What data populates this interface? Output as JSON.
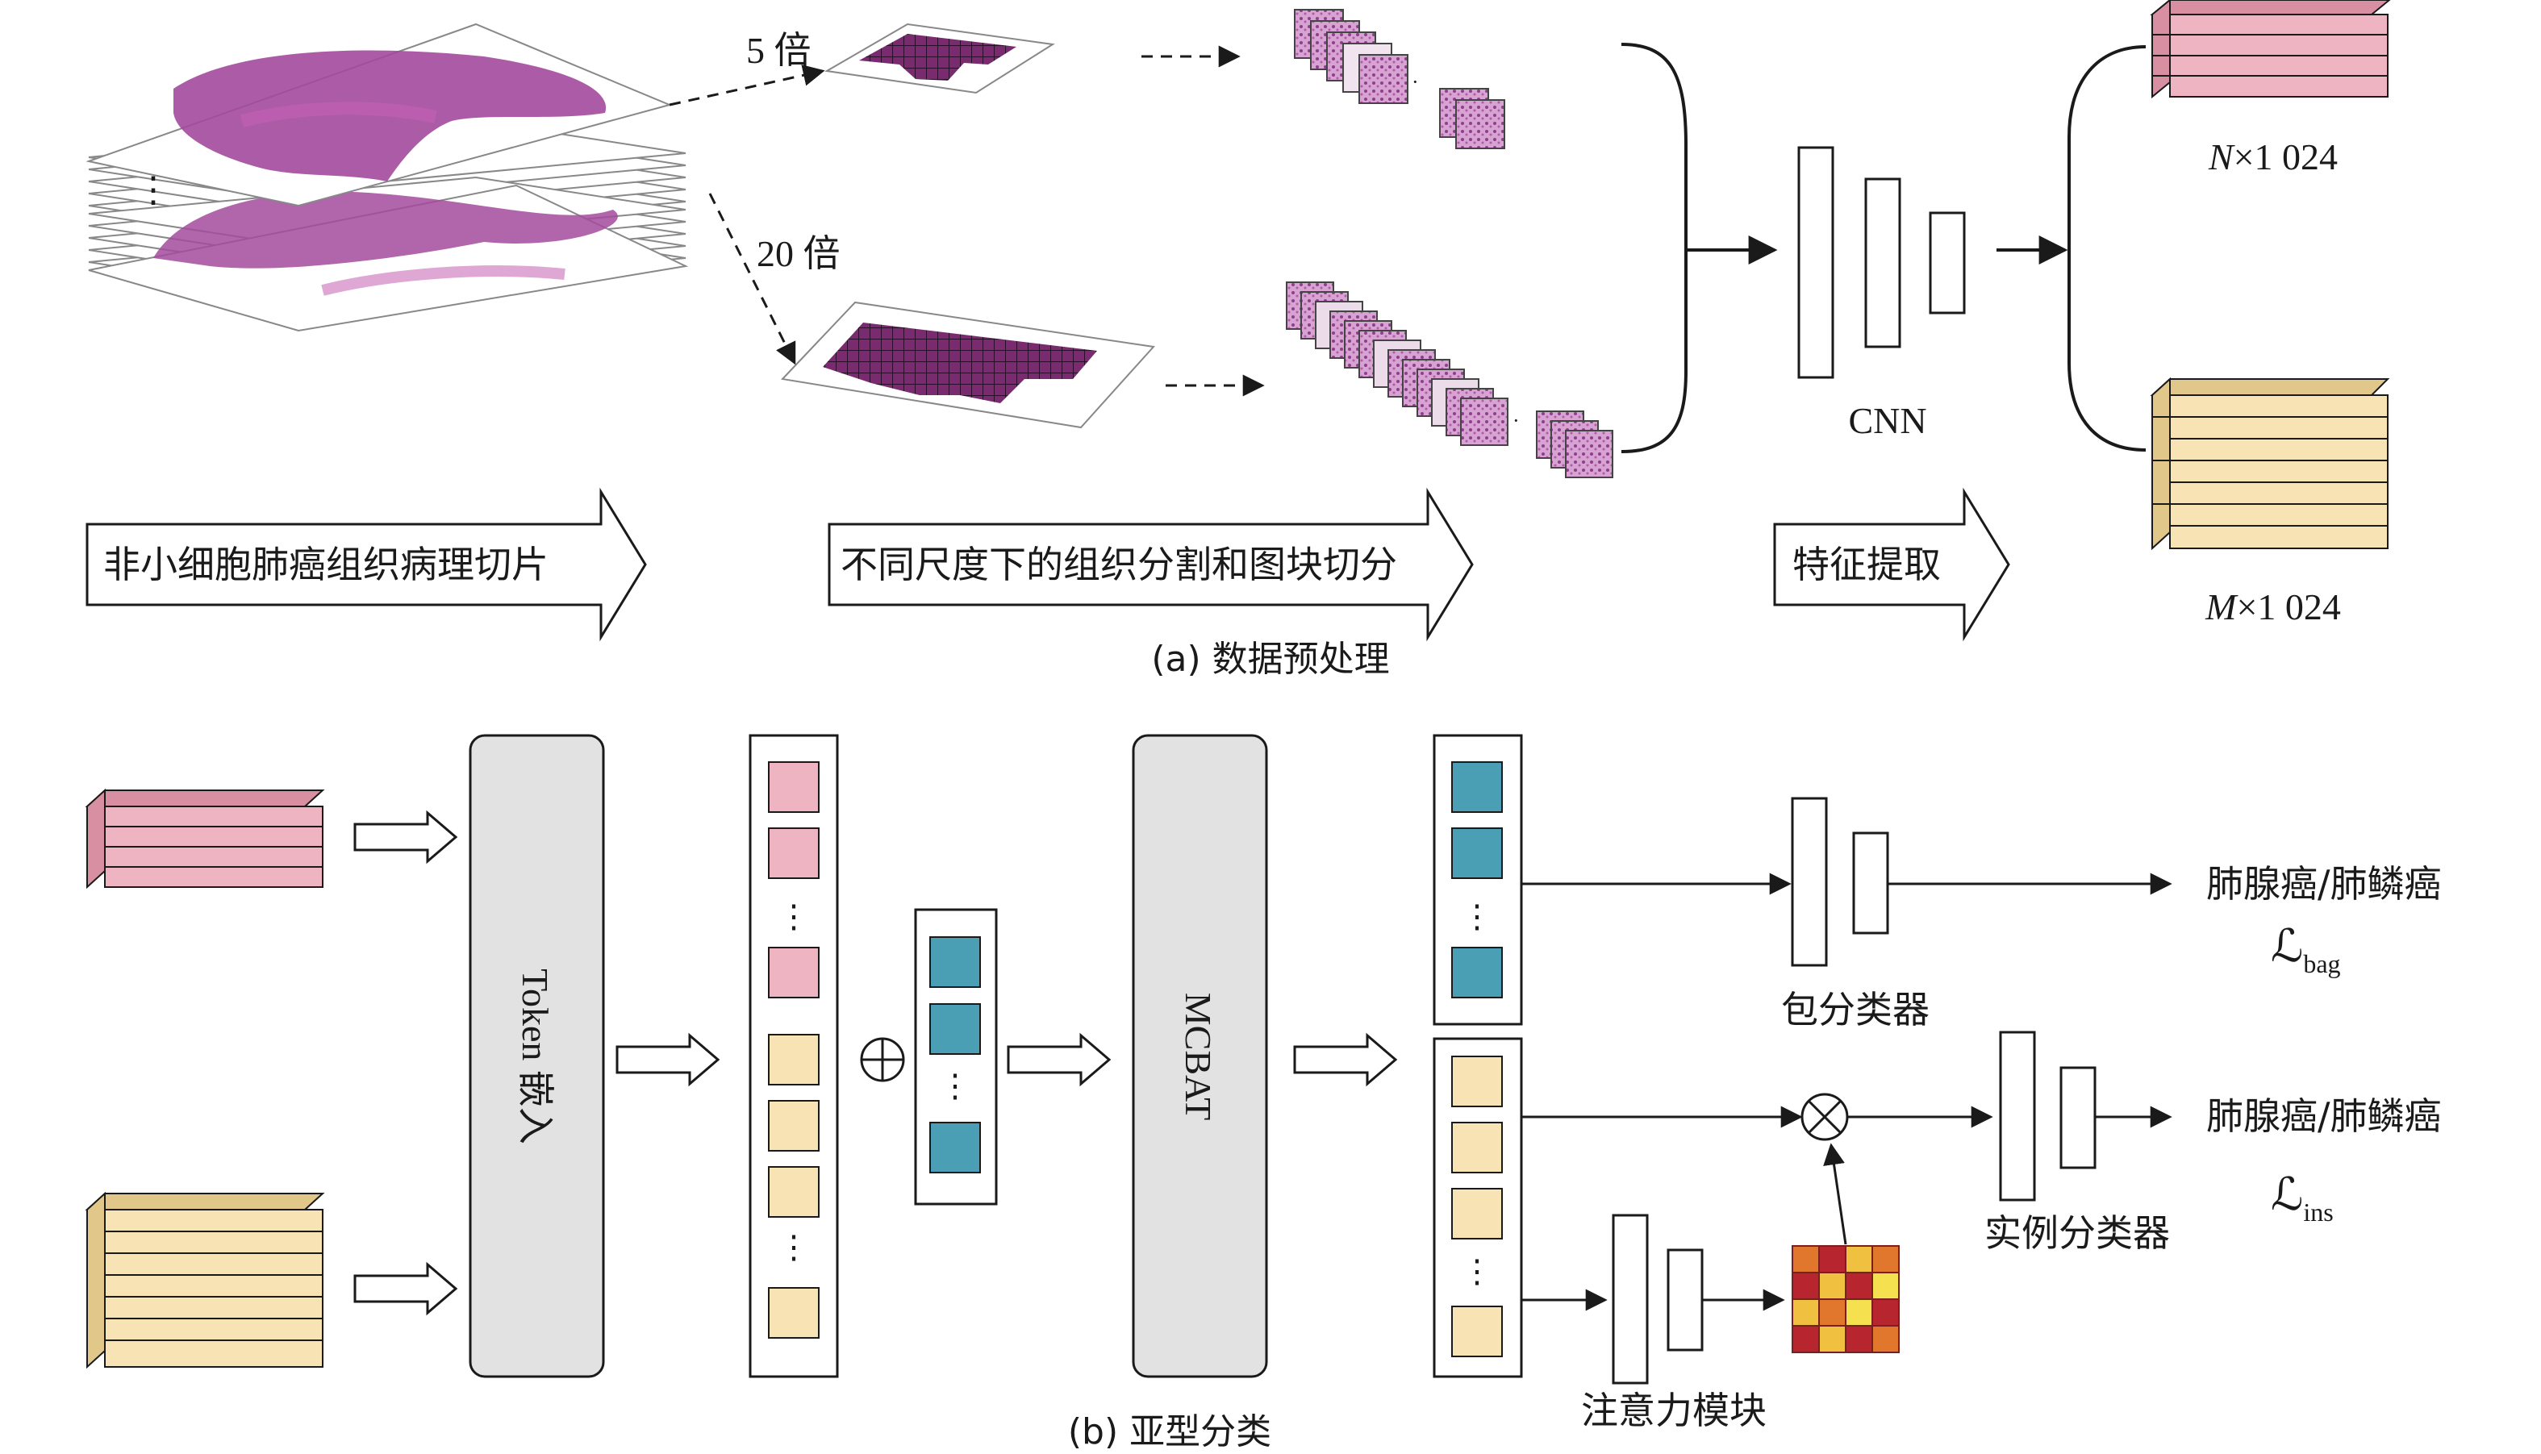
{
  "part_a": {
    "label_5x": "5 倍",
    "label_20x": "20 倍",
    "cnn_label": "CNN",
    "feat_top": {
      "var": "N",
      "rest": "×1 024"
    },
    "feat_bottom": {
      "var": "M",
      "rest": "×1 024"
    },
    "arrow_slides": "非小细胞肺癌组织病理切片",
    "arrow_segment": "不同尺度下的组织分割和图块切分",
    "arrow_extract": "特征提取",
    "caption": "(a) 数据预处理"
  },
  "part_b": {
    "token_embed": "Token 嵌入",
    "mcbat": "MCBAT",
    "bag_classifier": "包分类器",
    "instance_classifier": "实例分类器",
    "attention_module": "注意力模块",
    "output_top": "肺腺癌/肺鳞癌",
    "output_bottom": "肺腺癌/肺鳞癌",
    "loss_top": {
      "symbol": "ℒ",
      "sub": "bag"
    },
    "loss_bottom": {
      "symbol": "ℒ",
      "sub": "ins"
    },
    "dots": "⋮",
    "caption": "(b) 亚型分类"
  },
  "colors": {
    "pink": "#efb4c2",
    "pink_dark": "#d98fa2",
    "yellow": "#f8e3b5",
    "yellow_dark": "#e2c78b",
    "teal": "#4a9fb5",
    "gray_block": "#e2e2e2",
    "tissue": "#a34a9c"
  },
  "icons": [
    "circle-plus-icon",
    "circle-times-icon"
  ]
}
